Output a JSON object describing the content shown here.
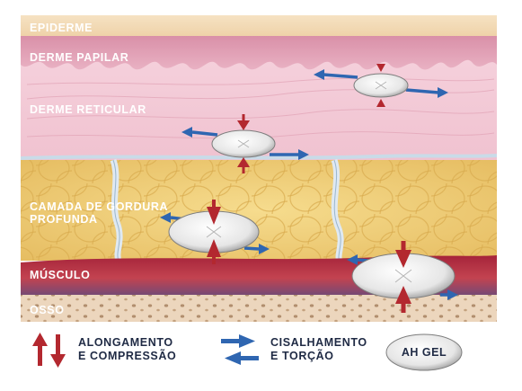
{
  "layers": {
    "epiderme": "EPIDERME",
    "derme_papilar": "DERME PAPILAR",
    "derme_reticular": "DERME RETICULAR",
    "gordura_line1": "CAMADA DE GORDURA",
    "gordura_line2": "PROFUNDA",
    "musculo": "MÚSCULO",
    "osso": "OSSO"
  },
  "legend": {
    "stretch_line1": "ALONGAMENTO",
    "stretch_line2": "E COMPRESSÃO",
    "shear_line1": "CISALHAMENTO",
    "shear_line2": "E TORÇÃO",
    "gel_label": "AH GEL"
  },
  "colors": {
    "epiderme": "#f3d9b4",
    "derme": "#f2c6d3",
    "gordura": "#f0d27a",
    "musculo": "#b8333f",
    "osso": "#ecd6bd",
    "arrow_red": "#b3282f",
    "arrow_blue": "#2f66b1"
  }
}
